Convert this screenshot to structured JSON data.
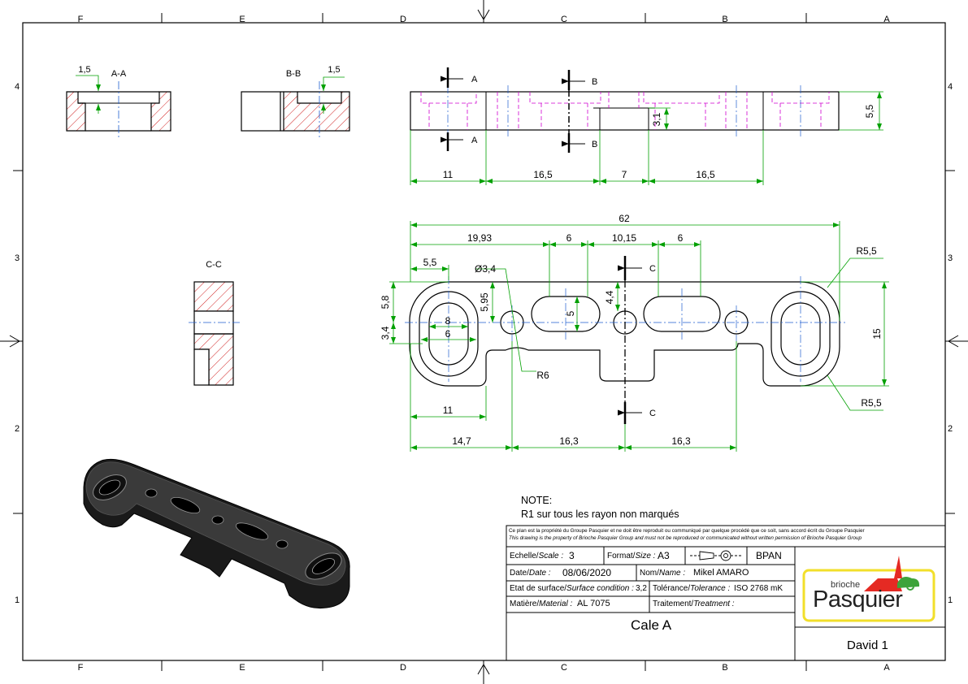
{
  "frame": {
    "col_labels": [
      "F",
      "E",
      "D",
      "C",
      "B",
      "A"
    ],
    "row_labels": [
      "4",
      "3",
      "2",
      "1"
    ]
  },
  "views": {
    "section_aa": "A-A",
    "section_bb": "B-B",
    "section_cc": "C-C",
    "cut_a": "A",
    "cut_b": "B",
    "cut_c": "C"
  },
  "dimensions": {
    "aa_depth": "1,5",
    "bb_depth": "1,5",
    "top_thickness": "5,5",
    "top_pocket": "3,1",
    "top_x1": "11",
    "top_x2": "16,5",
    "top_x3": "7",
    "top_x4": "16,5",
    "overall_length": "62",
    "d_1993": "19,93",
    "d_6a": "6",
    "d_1015": "10,15",
    "d_6b": "6",
    "d_55": "5,5",
    "hole_dia": "Ø3,4",
    "d_595": "5,95",
    "d_44": "4,4",
    "d_58": "5,8",
    "d_34": "3,4",
    "d_8": "8",
    "d_6c": "6",
    "d_5": "5",
    "d_15": "15",
    "r_top": "R5,5",
    "r_bottom": "R5,5",
    "r6": "R6",
    "d_11": "11",
    "d_147": "14,7",
    "d_163a": "16,3",
    "d_163b": "16,3"
  },
  "note": {
    "title": "NOTE:",
    "text": "R1 sur tous les rayon non marqués"
  },
  "title_block": {
    "disclaimer_fr": "Ce plan est la propriété du Groupe Pasquier et ne doit être reproduit ou communiqué par quelque procédé que ce soit, sans accord écrit du Groupe Pasquier",
    "disclaimer_en": "This drawing is the property of Brioche Pasquier Group and must not be reproduced or communicated without written permission of Brioche Pasquier Group",
    "scale_label": "Echelle/",
    "scale_label_en": "Scale :",
    "scale_value": "3",
    "format_label": "Format/",
    "format_label_en": "Size :",
    "format_value": "A3",
    "code": "BPAN",
    "date_label": "Date/",
    "date_label_en": "Date :",
    "date_value": "08/06/2020",
    "name_label": "Nom/",
    "name_label_en": "Name :",
    "name_value": "Mikel AMARO",
    "surface_label": "Etat de surface/",
    "surface_label_en": "Surface condition :",
    "surface_value": "3,2",
    "tolerance_label": "Tolérance/",
    "tolerance_label_en": "Tolerance :",
    "tolerance_value": "ISO 2768 mK",
    "material_label": "Matière/",
    "material_label_en": "Material :",
    "material_value": "AL 7075",
    "treatment_label": "Traitement/",
    "treatment_label_en": "Treatment :",
    "part_name": "Cale A",
    "project": "David 1",
    "logo_small": "brioche",
    "logo_big": "Pasquier"
  },
  "colors": {
    "line": "#000000",
    "dimension": "#00a000",
    "centerline": "#1f5fd0",
    "hidden": "#d000d0",
    "hatch": "#d02020",
    "logo_red": "#e52a23",
    "logo_green": "#3da33a",
    "logo_frame": "#f2df2a"
  }
}
